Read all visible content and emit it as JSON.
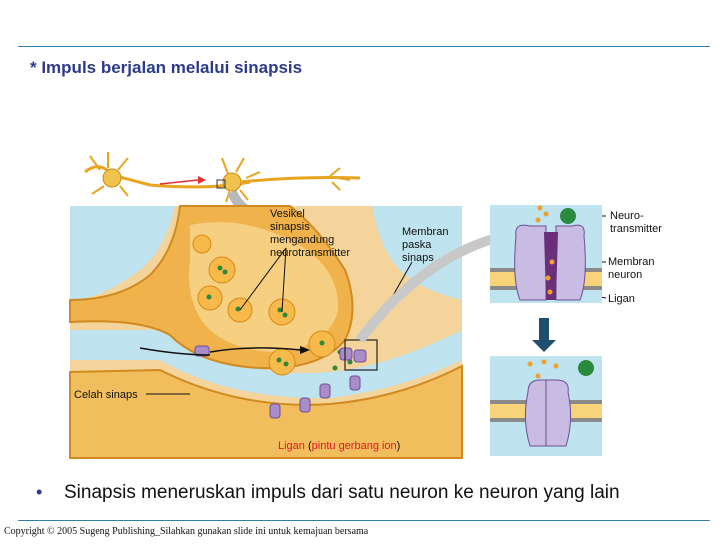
{
  "slide": {
    "title": "* Impuls berjalan melalui sinapsis",
    "bullet_marker": "•",
    "bullet_text": "Sinapsis meneruskan impuls dari satu neuron ke neuron yang lain",
    "copyright": "Copyright © 2005 Sugeng Publishing_Silahkan gunakan slide ini untuk kemajuan bersama"
  },
  "labels": {
    "vesikel": [
      "Vesikel",
      "sinapsis",
      "mengandung",
      "neurotransmitter"
    ],
    "membran_paska": [
      "Membran",
      "paska",
      "sinaps"
    ],
    "celah": "Celah sinaps",
    "ligan_gate_main": "Ligan",
    "ligan_gate_open": "(",
    "ligan_gate_inner": "pintu gerbang ion",
    "ligan_gate_close": ")",
    "neuro_transmitter": [
      "Neuro-",
      "transmitter"
    ],
    "membran_neuron": [
      "Membran",
      "neuron"
    ],
    "ligan": "Ligan"
  },
  "colors": {
    "title": "#2d3a8c",
    "rule": "#2f7fa6",
    "neuron": "#f0b24a",
    "membrane_bg": "#f4d49a",
    "cleft": "#bfe3ef",
    "receptor": "#b9a9d4",
    "ligand_label": "#e01b24"
  }
}
